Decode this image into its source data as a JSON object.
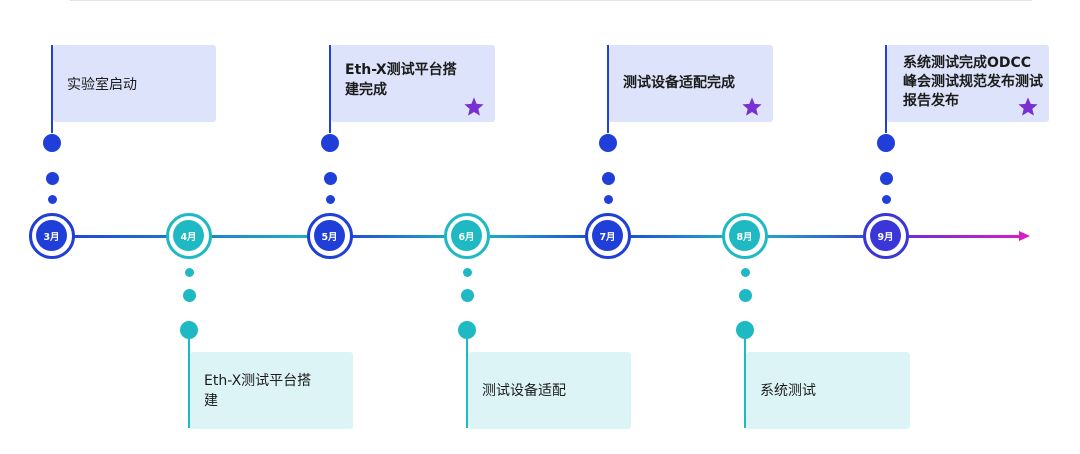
{
  "timeline": {
    "months": [
      {
        "label": "3月",
        "color": "blue"
      },
      {
        "label": "4月",
        "color": "teal"
      },
      {
        "label": "5月",
        "color": "blue"
      },
      {
        "label": "6月",
        "color": "teal"
      },
      {
        "label": "7月",
        "color": "blue"
      },
      {
        "label": "8月",
        "color": "teal"
      },
      {
        "label": "9月",
        "color": "violet"
      }
    ],
    "top_milestones": [
      {
        "month": "3月",
        "text": "实验室启动",
        "starred": false
      },
      {
        "month": "5月",
        "text": "Eth-X测试平台搭建完成",
        "starred": true
      },
      {
        "month": "7月",
        "text": "测试设备适配完成",
        "starred": true
      },
      {
        "month": "9月",
        "text": "系统测试完成ODCC峰会测试规范发布测试报告发布",
        "starred": true
      }
    ],
    "bottom_milestones": [
      {
        "month": "4月",
        "text": "Eth-X测试平台搭建"
      },
      {
        "month": "6月",
        "text": "测试设备适配"
      },
      {
        "month": "8月",
        "text": "系统测试"
      }
    ],
    "colors": {
      "blue": "#1f3fd8",
      "teal": "#1fb9c4",
      "violet": "#3b36d8",
      "arrow": "#d51ec6",
      "star": "#7a2fd0",
      "top_card": "#dde3fa",
      "bottom_card": "#ddf4f6"
    },
    "icons": {
      "milestone_marker": "star-icon"
    }
  }
}
